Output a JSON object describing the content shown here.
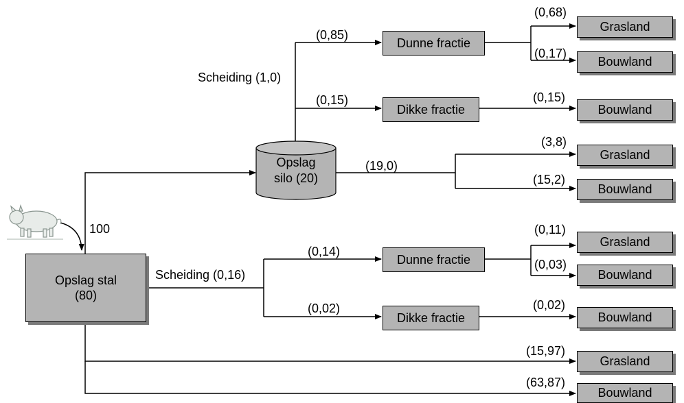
{
  "nodes": {
    "opslag_stal": {
      "line1": "Opslag stal",
      "line2": "(80)"
    },
    "opslag_silo": {
      "line1": "Opslag",
      "line2": "silo (20)"
    },
    "dunne_fractie": "Dunne fractie",
    "dikke_fractie": "Dikke fractie",
    "grasland": "Grasland",
    "bouwland": "Bouwland"
  },
  "labels": {
    "input": "100",
    "scheiding_silo": "Scheiding (1,0)",
    "silo_dunne": "(0,85)",
    "silo_dikke": "(0,15)",
    "silo_direct": "(19,0)",
    "silo_dunne_gras": "(0,68)",
    "silo_dunne_bouw": "(0,17)",
    "silo_dikke_bouw": "(0,15)",
    "silo_gras": "(3,8)",
    "silo_bouw": "(15,2)",
    "scheiding_stal": "Scheiding (0,16)",
    "stal_dunne": "(0,14)",
    "stal_dikke": "(0,02)",
    "stal_dunne_gras": "(0,11)",
    "stal_dunne_bouw": "(0,03)",
    "stal_dikke_bouw": "(0,02)",
    "stal_gras": "(15,97)",
    "stal_bouw": "(63,87)"
  },
  "icons": {
    "animal": "pig-icon"
  }
}
